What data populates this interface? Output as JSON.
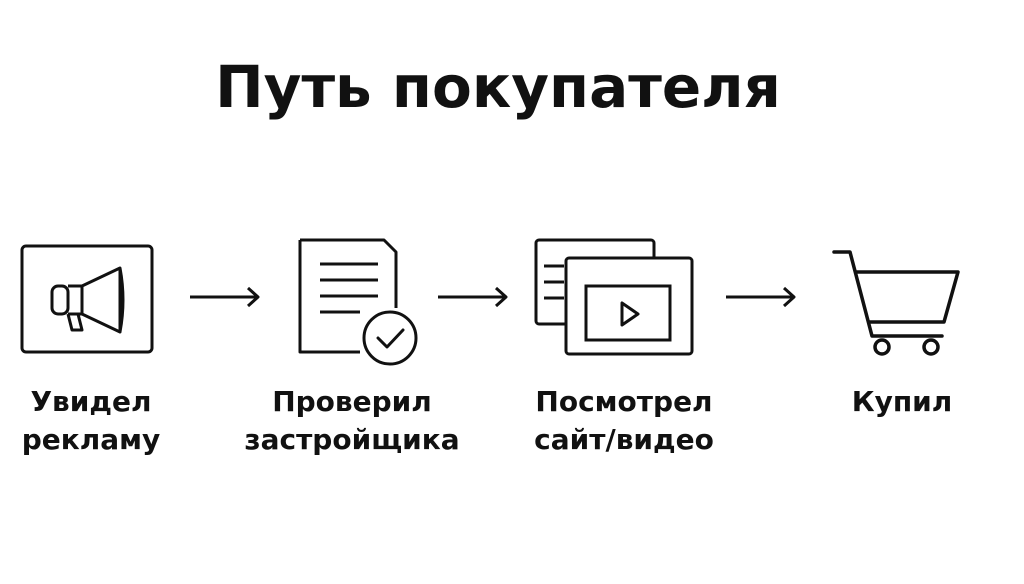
{
  "title": "Путь покупателя",
  "steps": [
    {
      "icon": "megaphone-icon",
      "line1": "Увидел",
      "line2": "рекламу"
    },
    {
      "icon": "document-check-icon",
      "line1": "Проверил",
      "line2": "застройщика"
    },
    {
      "icon": "video-window-icon",
      "line1": "Посмотрел",
      "line2": "сайт/видео"
    },
    {
      "icon": "shopping-cart-icon",
      "line1": "Купил",
      "line2": ""
    }
  ],
  "colors": {
    "stroke": "#111111",
    "background": "#ffffff"
  }
}
